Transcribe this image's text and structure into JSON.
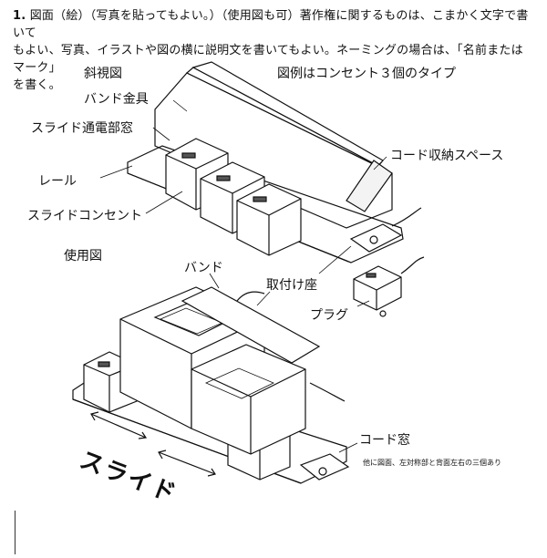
{
  "header": {
    "number": "1.",
    "line1": "図面（絵）（写真を貼ってもよい。）（使用図も可）著作権に関するものは、こまかく文字で書いて",
    "line2": "もよい、写真、イラストや図の横に説明文を書いてもよい。ネーミングの場合は、「名前またはマーク」",
    "line3": "を書く。"
  },
  "labels": {
    "oblique_view": "斜視図",
    "example_note": "図例はコンセント３個のタイプ",
    "band_bracket": "バンド金具",
    "slide_window": "スライド通電部窓",
    "cord_storage": "コード収納スペース",
    "rail": "レール",
    "slide_outlet": "スライドコンセント",
    "usage_view": "使用図",
    "band": "バンド",
    "mount": "取付け座",
    "plug": "プラグ",
    "cord_window": "コード窓",
    "slide": "スライド",
    "note_small": "他に図面、左対称部と背面左右の三個あり"
  }
}
